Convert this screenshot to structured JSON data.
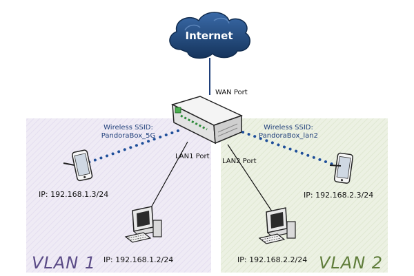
{
  "cloud": {
    "label": "Internet"
  },
  "router": {
    "wan_port_label": "WAN Port",
    "lan1_port_label": "LAN1 Port",
    "lan2_port_label": "LAN2 Port"
  },
  "vlan1": {
    "label": "VLAN 1",
    "color": "#efebf5",
    "wireless": {
      "ssid_caption": "Wireless SSID:",
      "ssid_name": "PandoraBox_5G"
    },
    "phone": {
      "ip": "IP: 192.168.1.3/24"
    },
    "pc": {
      "ip": "IP: 192.168.1.2/24"
    }
  },
  "vlan2": {
    "label": "VLAN 2",
    "color": "#ecf1e3",
    "wireless": {
      "ssid_caption": "Wireless SSID:",
      "ssid_name": "PandoraBox_lan2"
    },
    "phone": {
      "ip": "IP: 192.168.2.3/24"
    },
    "pc": {
      "ip": "IP: 192.168.2.2/24"
    }
  },
  "colors": {
    "cloud": "#1c3f6e",
    "wireless_dots": "#1f4f9a",
    "wan_link": "#1f3f7a",
    "lan_link": "#111111"
  }
}
